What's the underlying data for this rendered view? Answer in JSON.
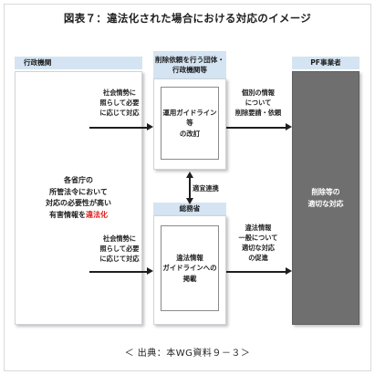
{
  "title": "図表７：違法化された場合における対応のイメージ",
  "left_column": {
    "header": "行政機関",
    "body_line1": "各省庁の",
    "body_line2": "所管法令において",
    "body_line3": "対応の必要性が高い",
    "body_line4_prefix": "有害情報を",
    "body_line4_highlight": "違法化"
  },
  "middle_top": {
    "header_line1": "削除依頼を行う団体・",
    "header_line2": "行政機関等",
    "inner_line1": "運用ガイドライン等",
    "inner_line2": "の改訂"
  },
  "middle_bottom": {
    "header": "総務省",
    "inner_line1": "違法情報",
    "inner_line2": "ガイドラインへの掲載"
  },
  "right_column": {
    "header": "PF事業者",
    "body_line1": "削除等の",
    "body_line2": "適切な対応"
  },
  "connector_labels": {
    "top_left_line1": "社会情勢に",
    "top_left_line2": "照らして必要",
    "top_left_line3": "に応じて対応",
    "top_right_line1": "個別の情報",
    "top_right_line2": "について",
    "top_right_line3": "削除要請・依頼",
    "middle": "適宜連携",
    "bottom_left_line1": "社会情勢に",
    "bottom_left_line2": "照らして必要",
    "bottom_left_line3": "に応じて対応",
    "bottom_right_line1": "違法情報",
    "bottom_right_line2": "一般について",
    "bottom_right_line3": "適切な対応",
    "bottom_right_line4": "の促進"
  },
  "source": "＜ 出典：本WG資料９－３＞",
  "colors": {
    "header_fill": "#d4e4f2",
    "pf_fill": "#6f6f6f",
    "highlight": "#e01919"
  }
}
